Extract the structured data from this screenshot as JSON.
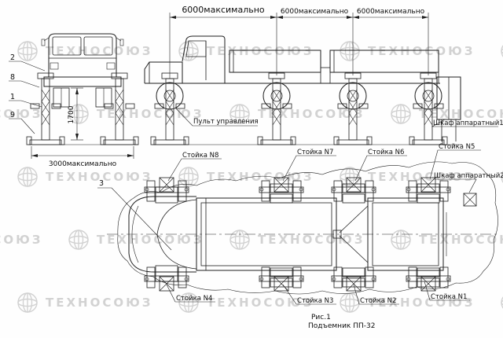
{
  "watermark": {
    "text": "ТЕХНОСОЮЗ"
  },
  "caption": {
    "figure": "Рис.1",
    "title": "Подъемник ПП-32"
  },
  "front_view": {
    "height_dim": "1700",
    "width_dim": "3000максимально",
    "callouts": {
      "c2": "2",
      "c8": "8",
      "c1": "1",
      "c9": "9"
    }
  },
  "side_view": {
    "span_dims": [
      "6000максимально",
      "6000максимально",
      "6000максимально"
    ],
    "control_panel_label": "Пульт управления",
    "cabinet1_label": "Шкаф аппаратный1"
  },
  "plan_view": {
    "callout3": "3",
    "cabinet2_label": "Шкаф аппаратный2",
    "stand_labels": {
      "n8": "Стойка N8",
      "n7": "Стойка N7",
      "n6": "Стойка N6",
      "n5": "Стойка N5",
      "n4": "Стойка N4",
      "n3": "Стойка N3",
      "n2": "Стойка N2",
      "n1": "Стойка N1"
    }
  }
}
